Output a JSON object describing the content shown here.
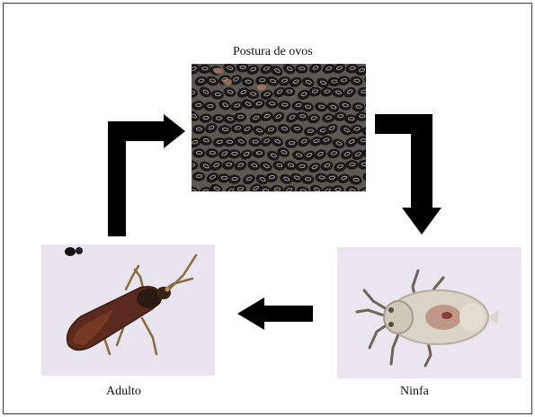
{
  "diagram": {
    "stages": {
      "eggs": {
        "label": "Postura de ovos"
      },
      "nymph": {
        "label": "Ninfa"
      },
      "adult": {
        "label": "Adulto"
      }
    },
    "colors": {
      "arrow": "#000000",
      "egg": "#1b1717",
      "egg_highlight": "#dcd6dc",
      "egg_background": "#5a5a52",
      "photo_background": "#e9e6ef",
      "adult_body": "#5a2b20",
      "nymph_body": "#d8d2c6"
    },
    "icons": [
      "arrow-right-icon",
      "arrow-down-icon",
      "arrow-left-icon"
    ]
  }
}
